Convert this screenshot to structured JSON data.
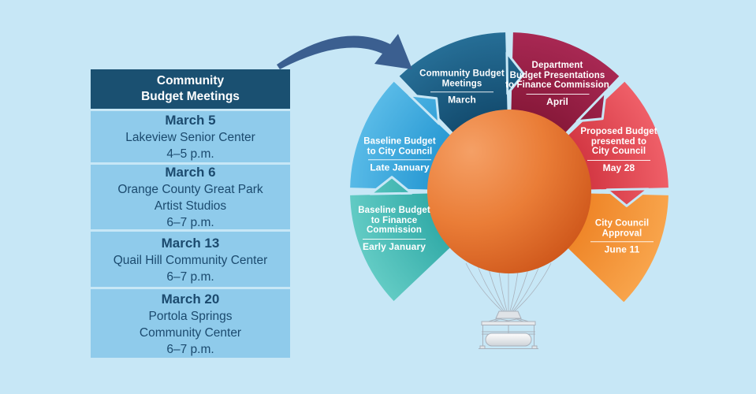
{
  "background_color": "#C7E7F6",
  "panel": {
    "title_line1": "Community",
    "title_line2": "Budget Meetings",
    "header_bg": "#1A5071",
    "row_bg": "#8FCBEB",
    "text_color": "#1B4A6E",
    "rows": [
      {
        "date": "March 5",
        "venue_lines": [
          "Lakeview Senior Center"
        ],
        "time": "4–5 p.m."
      },
      {
        "date": "March 6",
        "venue_lines": [
          "Orange County Great Park",
          "Artist Studios"
        ],
        "time": "6–7 p.m."
      },
      {
        "date": "March 13",
        "venue_lines": [
          "Quail Hill Community Center"
        ],
        "time": "6–7 p.m."
      },
      {
        "date": "March 20",
        "venue_lines": [
          "Portola Springs",
          "Community Center"
        ],
        "time": "6–7 p.m."
      }
    ]
  },
  "wheel": {
    "arrow_color": "#3B5F90",
    "balloon_colors": {
      "light": "#F5A066",
      "mid": "#EA7D37",
      "dark": "#CC5318"
    },
    "segments": [
      {
        "id": "baseline-budget-finance-commission",
        "lines": [
          "Baseline Budget",
          "to Finance",
          "Commission"
        ],
        "date": "Early January",
        "color_inner": "#2FA9A6",
        "color_outer": "#62CBC4"
      },
      {
        "id": "baseline-budget-city-council",
        "lines": [
          "Baseline Budget",
          "to City Council"
        ],
        "date": "Late January",
        "color_inner": "#2597D2",
        "color_outer": "#58BAE7"
      },
      {
        "id": "community-budget-meetings",
        "lines": [
          "Community Budget",
          "Meetings"
        ],
        "date": "March",
        "color_inner": "#124A6D",
        "color_outer": "#266E96"
      },
      {
        "id": "department-budget-presentations",
        "lines": [
          "Department",
          "Budget Presentations",
          "to Finance Commission"
        ],
        "date": "April",
        "color_inner": "#851737",
        "color_outer": "#A82853"
      },
      {
        "id": "proposed-budget-presented",
        "lines": [
          "Proposed Budget",
          "presented to",
          "City Council"
        ],
        "date": "May 28",
        "color_inner": "#D13440",
        "color_outer": "#EF5F68"
      },
      {
        "id": "city-council-approval",
        "lines": [
          "City Council",
          "Approval"
        ],
        "date": "June 11",
        "color_inner": "#EE8325",
        "color_outer": "#F8A44B"
      }
    ]
  }
}
